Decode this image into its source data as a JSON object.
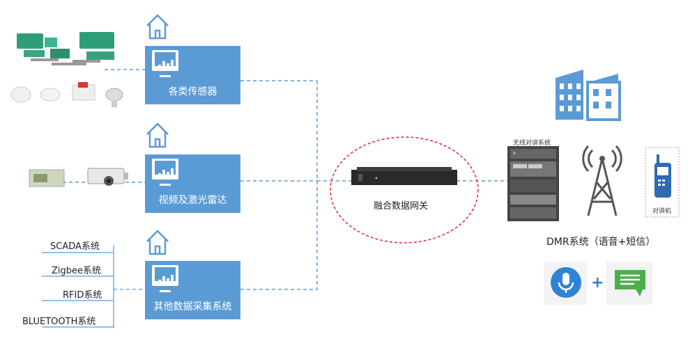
{
  "sources": {
    "sensors": "各类传感器",
    "video": "视频及激光雷达",
    "other": "其他数据采集系统"
  },
  "subsystems": [
    "SCADA系统",
    "Zigbee系统",
    "RFID系统",
    "BLUETOOTH系统"
  ],
  "gateway": "融合数据网关",
  "rack_title": "无线对讲系统",
  "radio_label": "对讲机",
  "dmr": "DMR系统（语音+短信）",
  "plus": "+",
  "colors": {
    "panel": "#5b9bd5",
    "line": "#5b9bd5",
    "ellipse": "#e0252a",
    "mic": "#2d83d6",
    "sms": "#4cae4c"
  }
}
